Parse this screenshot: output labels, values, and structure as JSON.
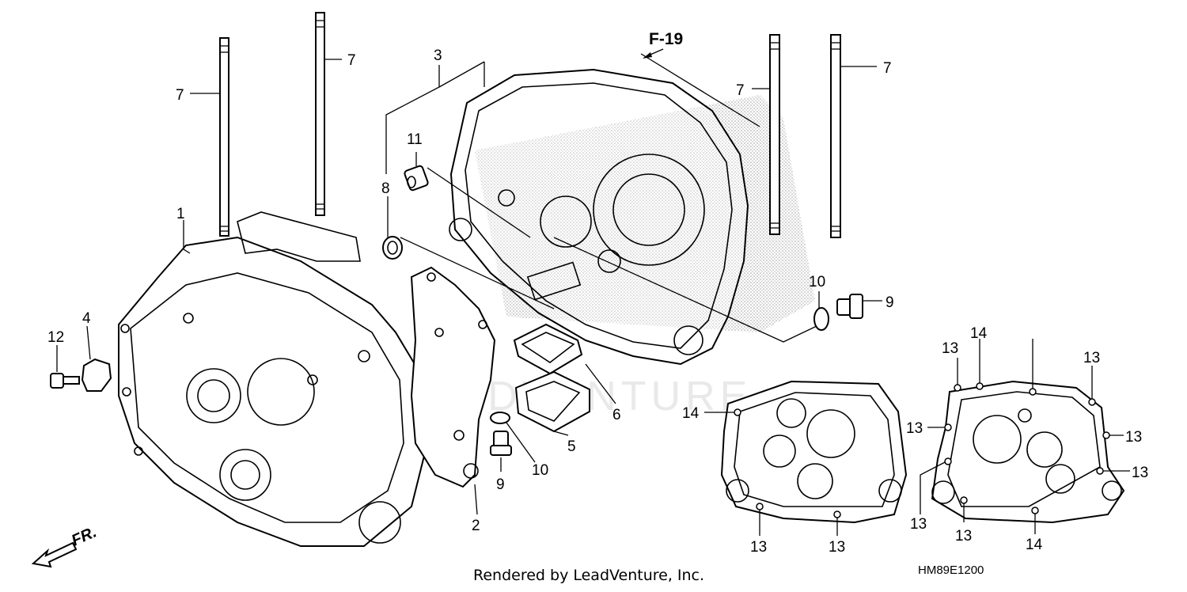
{
  "diagram": {
    "ref_label": "F-19",
    "direction_label": "FR.",
    "watermark": "LEADVENTURE",
    "footer": "Rendered by LeadVenture, Inc.",
    "diagram_code": "HM89E1200",
    "callouts": [
      {
        "id": "c1",
        "text": "1"
      },
      {
        "id": "c2",
        "text": "2"
      },
      {
        "id": "c3",
        "text": "3"
      },
      {
        "id": "c4",
        "text": "4"
      },
      {
        "id": "c5",
        "text": "5"
      },
      {
        "id": "c6",
        "text": "6"
      },
      {
        "id": "c7a",
        "text": "7"
      },
      {
        "id": "c7b",
        "text": "7"
      },
      {
        "id": "c7c",
        "text": "7"
      },
      {
        "id": "c7d",
        "text": "7"
      },
      {
        "id": "c8",
        "text": "8"
      },
      {
        "id": "c9a",
        "text": "9"
      },
      {
        "id": "c9b",
        "text": "9"
      },
      {
        "id": "c10a",
        "text": "10"
      },
      {
        "id": "c10b",
        "text": "10"
      },
      {
        "id": "c11",
        "text": "11"
      },
      {
        "id": "c12",
        "text": "12"
      },
      {
        "id": "c13a",
        "text": "13"
      },
      {
        "id": "c13b",
        "text": "13"
      },
      {
        "id": "c13c",
        "text": "13"
      },
      {
        "id": "c13d",
        "text": "13"
      },
      {
        "id": "c13e",
        "text": "13"
      },
      {
        "id": "c13f",
        "text": "13"
      },
      {
        "id": "c13g",
        "text": "13"
      },
      {
        "id": "c13h",
        "text": "13"
      },
      {
        "id": "c13i",
        "text": "13"
      },
      {
        "id": "c14a",
        "text": "14"
      },
      {
        "id": "c14b",
        "text": "14"
      },
      {
        "id": "c14c",
        "text": "14"
      }
    ]
  }
}
